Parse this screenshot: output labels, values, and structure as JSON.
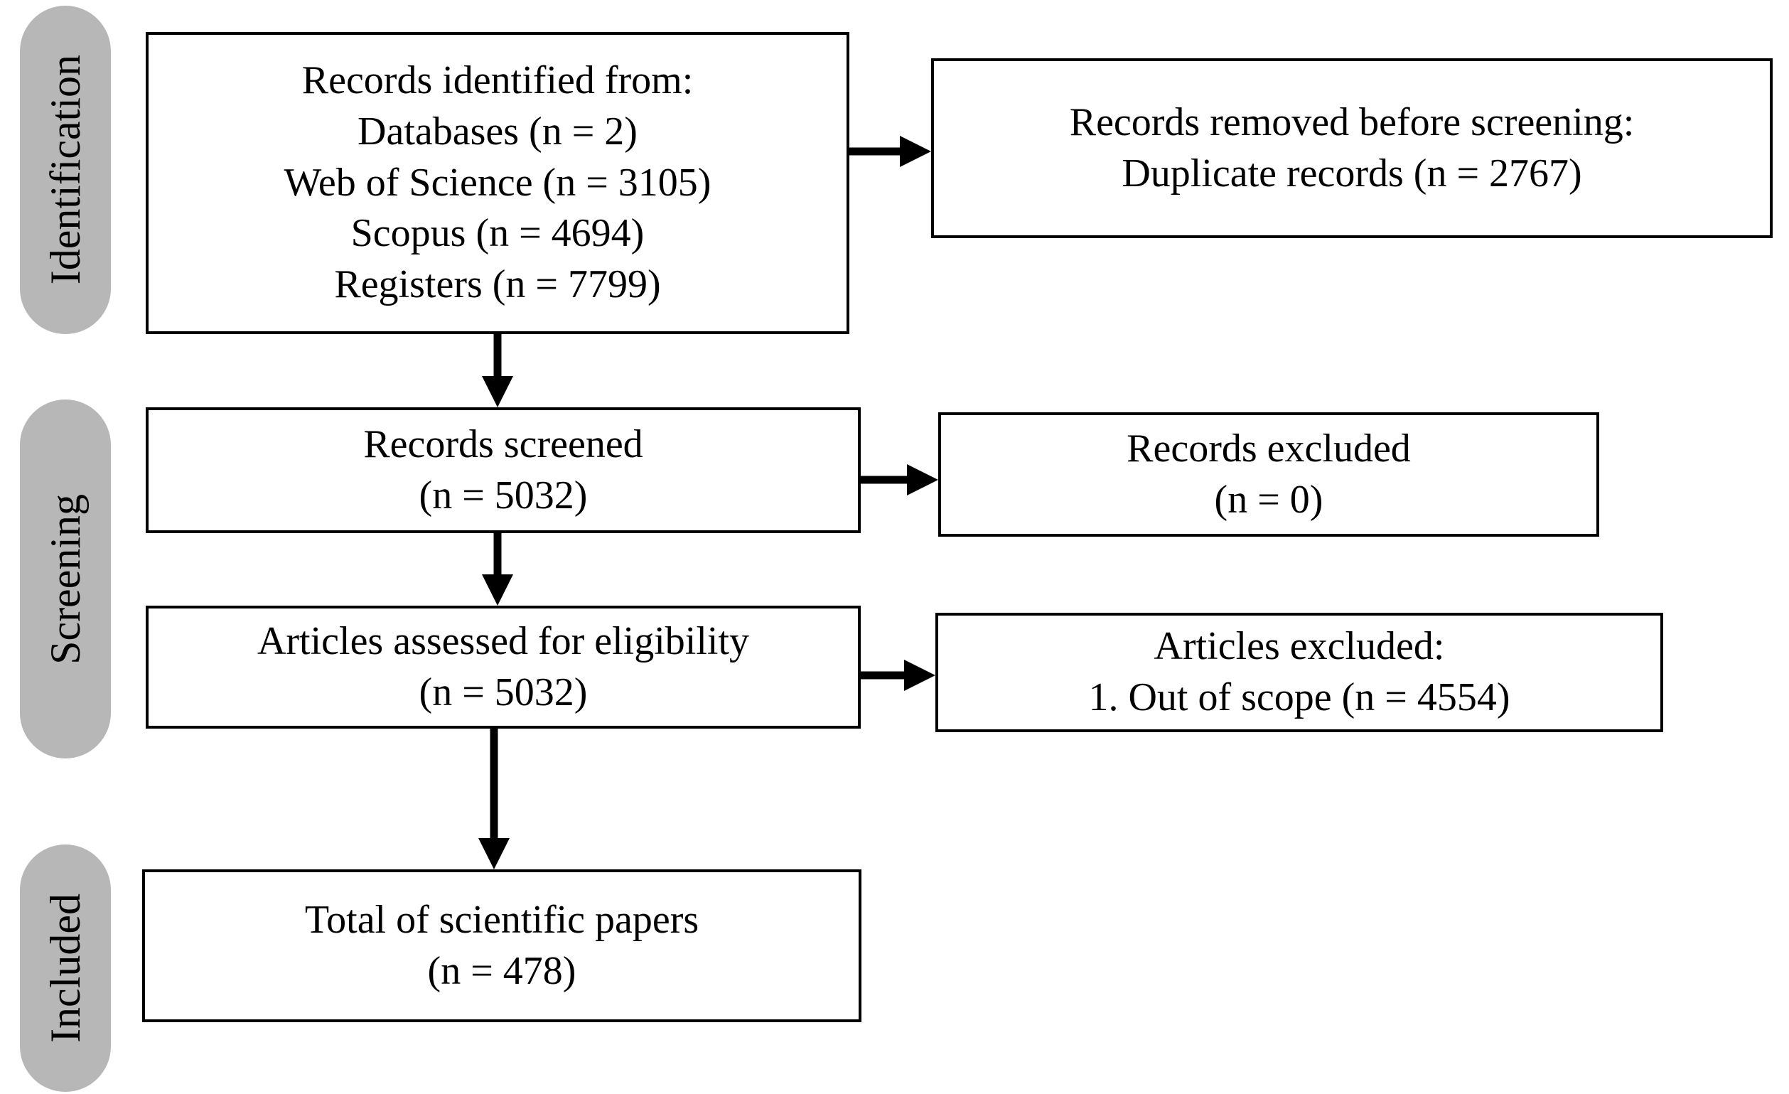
{
  "stages": {
    "identification": {
      "label": "Identification"
    },
    "screening": {
      "label": "Screening"
    },
    "included": {
      "label": "Included"
    }
  },
  "boxes": {
    "records_identified": {
      "lines": [
        "Records identified from:",
        "Databases (n = 2)",
        "Web of Science (n = 3105)",
        "Scopus (n = 4694)",
        "Registers (n = 7799)"
      ]
    },
    "records_removed": {
      "lines": [
        "Records removed before screening:",
        "Duplicate records (n = 2767)"
      ]
    },
    "records_screened": {
      "lines": [
        "Records screened",
        "(n = 5032)"
      ]
    },
    "records_excluded": {
      "lines": [
        "Records excluded",
        "(n = 0)"
      ]
    },
    "articles_assessed": {
      "lines": [
        "Articles assessed for eligibility",
        "(n = 5032)"
      ]
    },
    "articles_excluded": {
      "lines": [
        "Articles excluded:",
        "1. Out of scope (n = 4554)"
      ]
    },
    "total_papers": {
      "lines": [
        "Total of scientific papers",
        "(n = 478)"
      ]
    }
  },
  "colors": {
    "stage_pill_bg": "#b7b7b7",
    "box_bg": "#ffffff",
    "box_border": "#000000",
    "arrow": "#000000",
    "text": "#000000",
    "page_bg": "#ffffff"
  }
}
